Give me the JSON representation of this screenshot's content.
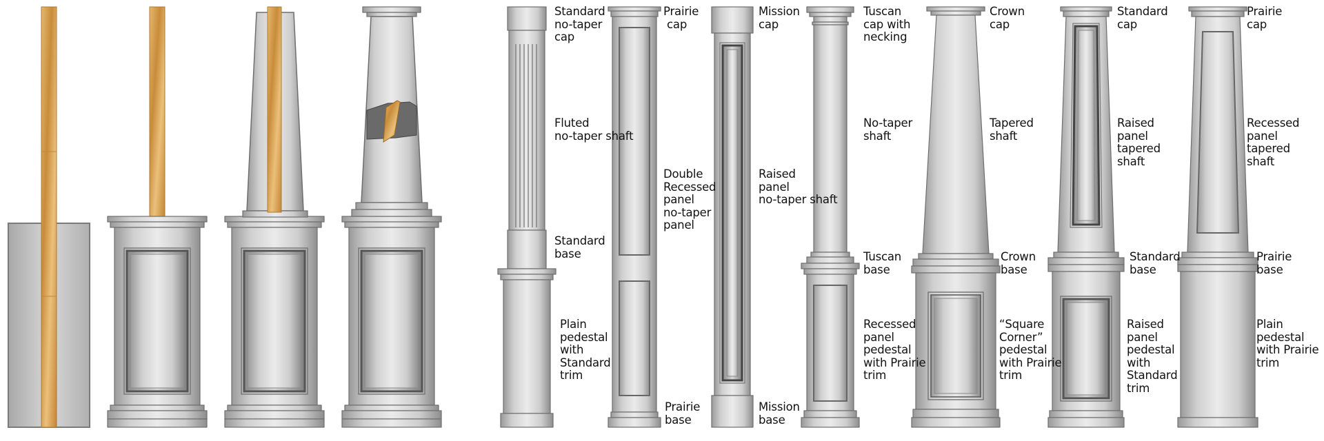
{
  "colors": {
    "column_light": "#e6e6e6",
    "column_mid": "#bdbdbd",
    "column_dark": "#8c8c8c",
    "outline": "#6a6a6a",
    "wood_light": "#e3b46a",
    "wood_dark": "#c98f3e",
    "shadow_band": "#666666"
  },
  "labels": {
    "standard_cap": "Standard\nno-taper\ncap",
    "fluted_shaft": "Fluted\nno-taper shaft",
    "standard_base": "Standard\nbase",
    "plain_pedestal": "Plain\npedestal\nwith\nStandard\ntrim",
    "prairie_cap": "Prairie\n cap",
    "double_recessed": "Double\nRecessed\npanel\nno-taper\npanel",
    "prairie_base": "Prairie\nbase",
    "mission_cap": "Mission\ncap",
    "raised_panel_shaft": "Raised\npanel\nno-taper shaft",
    "mission_base": "Mission\nbase",
    "tuscan_cap": "Tuscan\ncap with\nnecking",
    "no_taper_shaft": "No-taper\nshaft",
    "tuscan_base": "Tuscan\nbase",
    "recessed_pedestal": "Recessed\npanel\npedestal\nwith Prairie\ntrim",
    "crown_cap": "Crown\ncap",
    "tapered_shaft": "Tapered\nshaft",
    "crown_base": "Crown\nbase",
    "square_corner_pedestal": "“Square\nCorner”\npedestal\nwith Prairie\ntrim",
    "standard_cap_2": "Standard\ncap",
    "raised_tapered_shaft": "Raised\npanel\ntapered\nshaft",
    "standard_base_2": "Standard\nbase",
    "raised_pedestal": "Raised\npanel\npedestal\nwith\nStandard\ntrim",
    "prairie_cap_2": "Prairie\ncap",
    "recessed_tapered_shaft": "Recessed\npanel\ntapered\nshaft",
    "prairie_base_2": "Prairie\nbase",
    "plain_pedestal_prairie": "Plain\npedestal\nwith Prairie\ntrim"
  }
}
